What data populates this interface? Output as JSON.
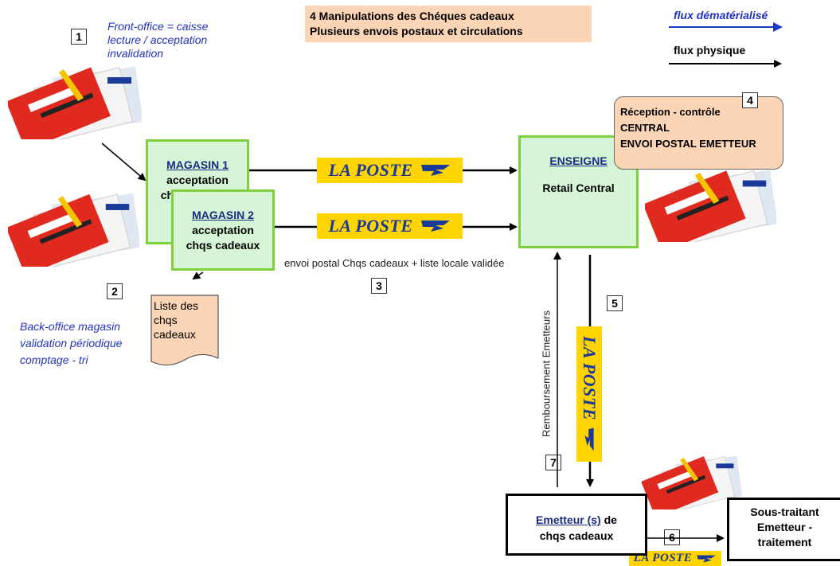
{
  "header": {
    "line1": "4 Manipulations des Chéques cadeaux",
    "line2": "Plusieurs envois postaux et circulations",
    "bg": "#fbd5b5"
  },
  "legend": {
    "dematerialised": "flux dématérialisé",
    "physical": "flux physique"
  },
  "steps": {
    "s1": "1",
    "s2": "2",
    "s3": "3",
    "s4": "4",
    "s5": "5",
    "s6": "6",
    "s7": "7"
  },
  "notes": {
    "front_office": [
      "Front-office = caisse",
      "lecture / acceptation",
      "invalidation"
    ],
    "back_office": [
      "Back-office magasin",
      "validation périodique",
      "comptage - tri"
    ],
    "postal": "envoi postal Chqs cadeaux + liste locale validée",
    "reimbursement": "Remboursement Emetteurs"
  },
  "boxes": {
    "magasin1": {
      "title": "MAGASIN 1",
      "line1": "acceptation",
      "line2": "chqs cadeaux"
    },
    "magasin2": {
      "title": "MAGASIN 2",
      "line1": "acceptation",
      "line2": "chqs cadeaux"
    },
    "enseigne": {
      "title": "ENSEIGNE",
      "line1": "Retail Central"
    },
    "reception": {
      "line1": "Réception - contrôle",
      "line2": "CENTRAL",
      "line3": "ENVOI POSTAL EMETTEUR"
    },
    "emetteur": {
      "title": "Emetteur (s)",
      "title_rest": " de",
      "line1": "chqs cadeaux"
    },
    "soustraitant": {
      "line1": "Sous-traitant",
      "line2": "Emetteur -",
      "line3": "traitement"
    },
    "liste": {
      "line1": "Liste des",
      "line2": "chqs",
      "line3": "cadeaux"
    }
  },
  "poste_label": "LA POSTE",
  "icons": {
    "wing": "poste-wing-icon",
    "vouchers": "gift-voucher-icon"
  },
  "colors": {
    "green_fill": "#d6f5d6",
    "green_border": "#7fd13b",
    "blue_text": "#2233bb",
    "poste_yellow": "#ffd400",
    "peach": "#fbd5b5"
  }
}
